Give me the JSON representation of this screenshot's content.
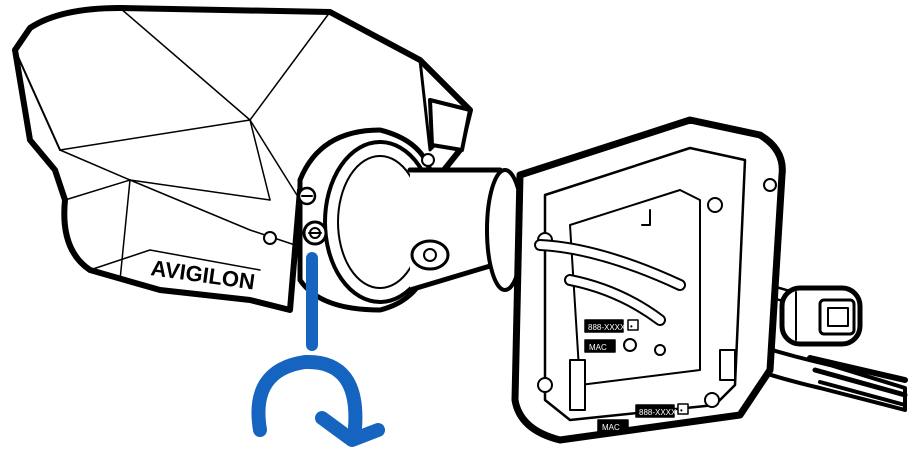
{
  "illustration": {
    "brand_logo_text": "AVIGILON",
    "labels": {
      "label_upper": "888-XXXX",
      "label_upper_dot": "•",
      "label_upper_mac": "MAC",
      "label_lower_mac": "MAC",
      "label_lower": "888-XXXX",
      "label_lower_dot": "•"
    }
  },
  "colors": {
    "line": "#000000",
    "fill": "#ffffff",
    "indicator_blue": "#1565c0"
  },
  "icons": {
    "indicator_line": "tool-line-icon",
    "rotation_arrow": "clockwise-arrow-icon"
  }
}
